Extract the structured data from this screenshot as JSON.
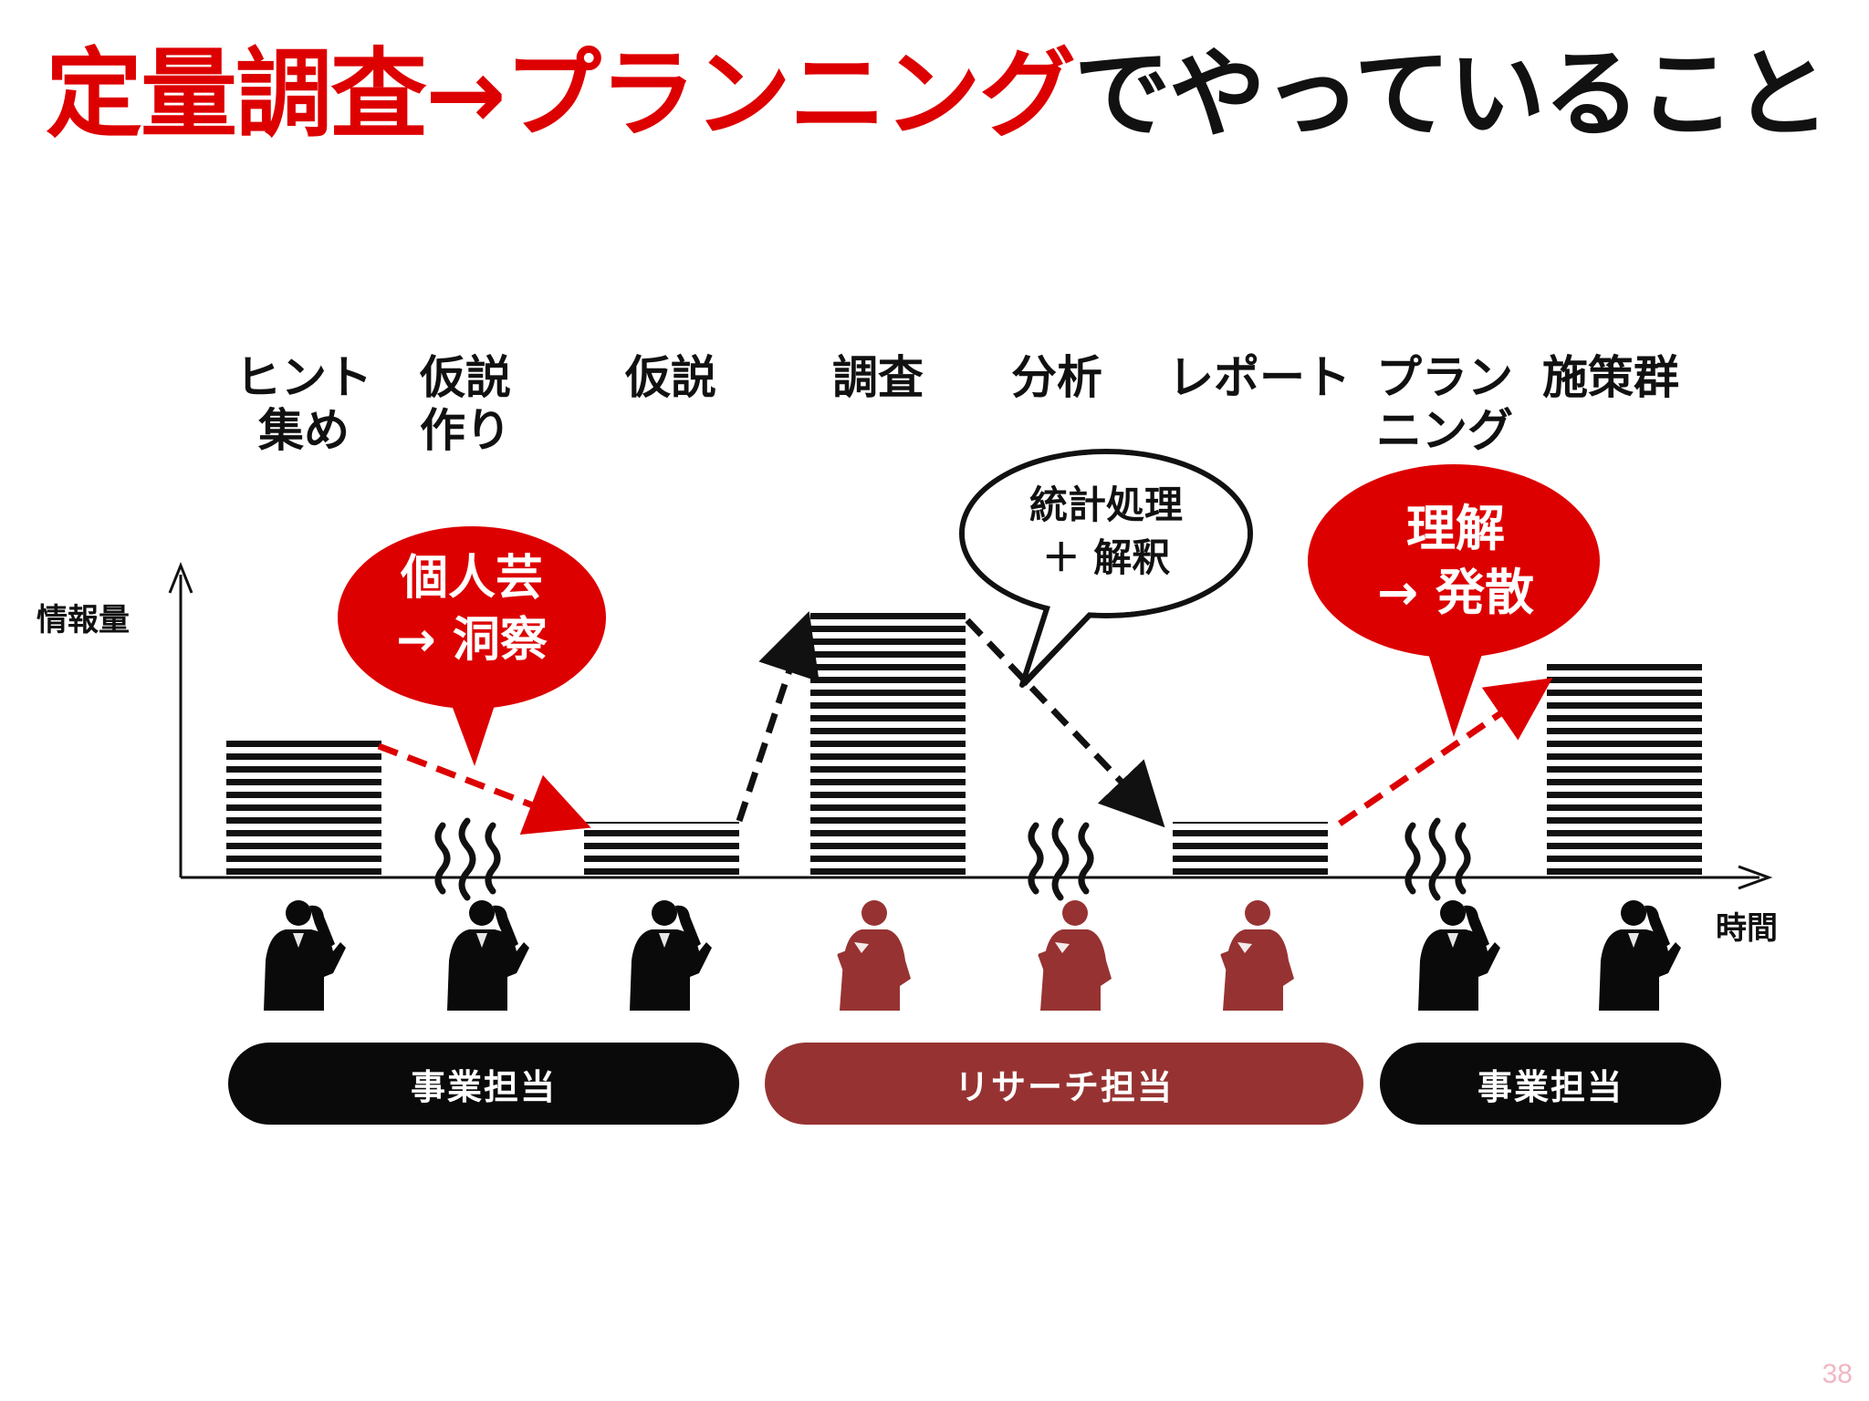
{
  "title": {
    "part_red": "定量調査→プランニング",
    "part_black": "でやっていること"
  },
  "steps": [
    {
      "label": "ヒント\n集め"
    },
    {
      "label": "仮説\n作り"
    },
    {
      "label": "仮説"
    },
    {
      "label": "調査"
    },
    {
      "label": "分析"
    },
    {
      "label": "レポート"
    },
    {
      "label": "プラン\nニング"
    },
    {
      "label": "施策群"
    }
  ],
  "axes": {
    "y_label": "情報量",
    "x_label": "時間"
  },
  "info_levels": [
    {
      "step": "ヒント集め",
      "level": 0.52
    },
    {
      "step": "仮説",
      "level": 0.2
    },
    {
      "step": "調査",
      "level": 1.0
    },
    {
      "step": "レポート",
      "level": 0.2
    },
    {
      "step": "施策群",
      "level": 0.8
    }
  ],
  "bubbles": [
    {
      "text": "個人芸\n→ 洞察",
      "style": "red"
    },
    {
      "text": "統計処理\n＋ 解釈",
      "style": "outline"
    },
    {
      "text": "理解\n→ 発散",
      "style": "red"
    }
  ],
  "roles": [
    {
      "label": "事業担当",
      "style": "business"
    },
    {
      "label": "リサーチ担当",
      "style": "research"
    },
    {
      "label": "事業担当",
      "style": "business"
    }
  ],
  "colors": {
    "accent_red": "#dd0000",
    "research_red": "#963332",
    "business_black": "#0a0a0a"
  },
  "page_number": "38"
}
